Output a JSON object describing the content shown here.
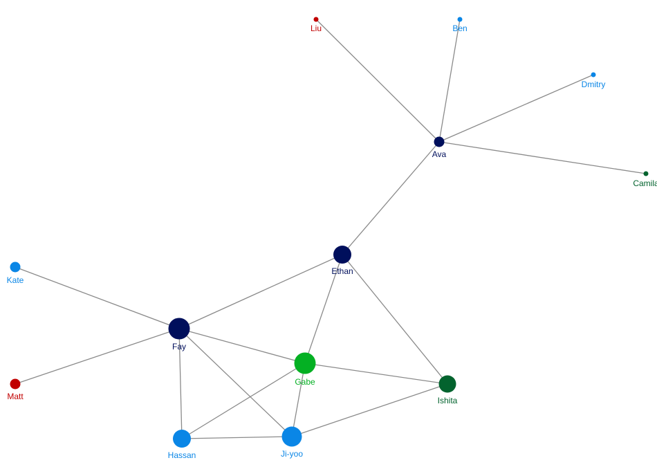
{
  "colors": {
    "navy": "#000f5c",
    "blue": "#0a86e6",
    "red": "#c10000",
    "green": "#04b023",
    "darkgreen": "#03632e",
    "edge": "#8a8a8a"
  },
  "nodes": [
    {
      "id": "liu",
      "label": "Liu",
      "color": "red"
    },
    {
      "id": "ben",
      "label": "Ben",
      "color": "blue"
    },
    {
      "id": "dmitry",
      "label": "Dmitry",
      "color": "blue"
    },
    {
      "id": "ava",
      "label": "Ava",
      "color": "navy"
    },
    {
      "id": "camila",
      "label": "Camila",
      "color": "darkgreen"
    },
    {
      "id": "ethan",
      "label": "Ethan",
      "color": "navy"
    },
    {
      "id": "kate",
      "label": "Kate",
      "color": "blue"
    },
    {
      "id": "fay",
      "label": "Fay",
      "color": "navy"
    },
    {
      "id": "matt",
      "label": "Matt",
      "color": "red"
    },
    {
      "id": "gabe",
      "label": "Gabe",
      "color": "green"
    },
    {
      "id": "ishita",
      "label": "Ishita",
      "color": "darkgreen"
    },
    {
      "id": "hassan",
      "label": "Hassan",
      "color": "blue"
    },
    {
      "id": "jiyoo",
      "label": "Ji-yoo",
      "color": "blue"
    }
  ],
  "edges": [
    [
      "liu",
      "ava"
    ],
    [
      "ben",
      "ava"
    ],
    [
      "dmitry",
      "ava"
    ],
    [
      "camila",
      "ava"
    ],
    [
      "ava",
      "ethan"
    ],
    [
      "ethan",
      "fay"
    ],
    [
      "ethan",
      "gabe"
    ],
    [
      "ethan",
      "ishita"
    ],
    [
      "kate",
      "fay"
    ],
    [
      "matt",
      "fay"
    ],
    [
      "fay",
      "gabe"
    ],
    [
      "fay",
      "hassan"
    ],
    [
      "fay",
      "jiyoo"
    ],
    [
      "gabe",
      "ishita"
    ],
    [
      "gabe",
      "hassan"
    ],
    [
      "gabe",
      "jiyoo"
    ],
    [
      "ishita",
      "jiyoo"
    ],
    [
      "hassan",
      "jiyoo"
    ]
  ]
}
